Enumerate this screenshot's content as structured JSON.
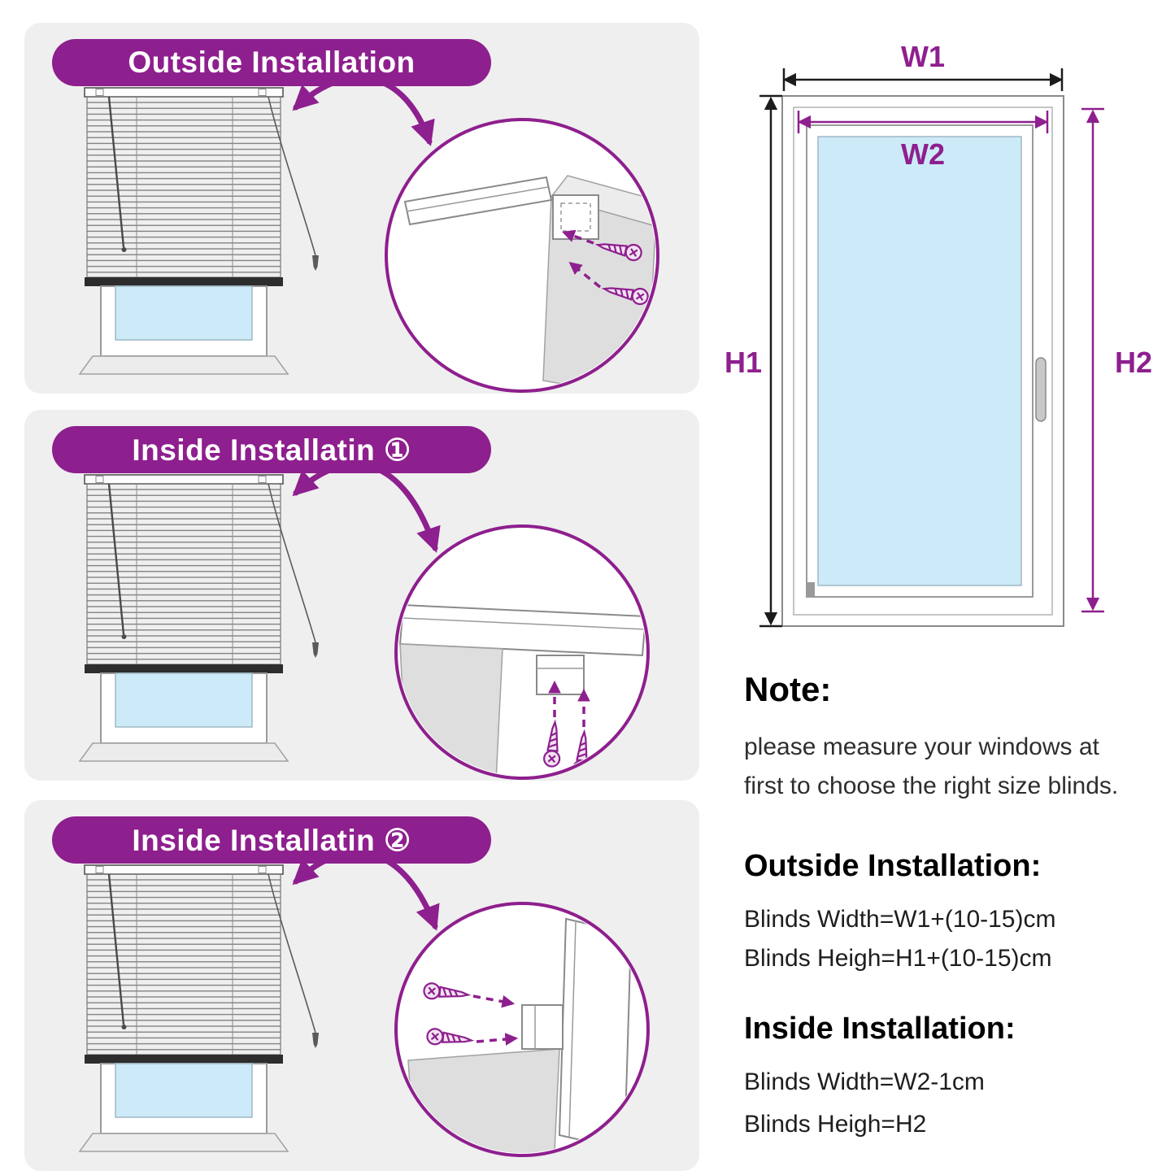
{
  "colors": {
    "purple": "#8E1F8E",
    "panel_bg": "#EFEFEF",
    "glass_blue": "#CDEAF8",
    "line_dark": "#1C1C1C"
  },
  "panels": [
    {
      "title": "Outside Installation"
    },
    {
      "title": "Inside Installatin ①"
    },
    {
      "title": "Inside Installatin ②"
    }
  ],
  "diagram": {
    "labels": {
      "w1": "W1",
      "w2": "W2",
      "h1": "H1",
      "h2": "H2"
    }
  },
  "note": {
    "heading": "Note:",
    "line1": "please measure your windows at",
    "line2": "first to choose the right size blinds."
  },
  "outside_installation": {
    "heading": "Outside Installation:",
    "width_formula": "Blinds Width=W1+(10-15)cm",
    "height_formula": "Blinds Heigh=H1+(10-15)cm"
  },
  "inside_installation": {
    "heading": "Inside Installation:",
    "width_formula": "Blinds Width=W2-1cm",
    "height_formula": "Blinds Heigh=H2"
  }
}
